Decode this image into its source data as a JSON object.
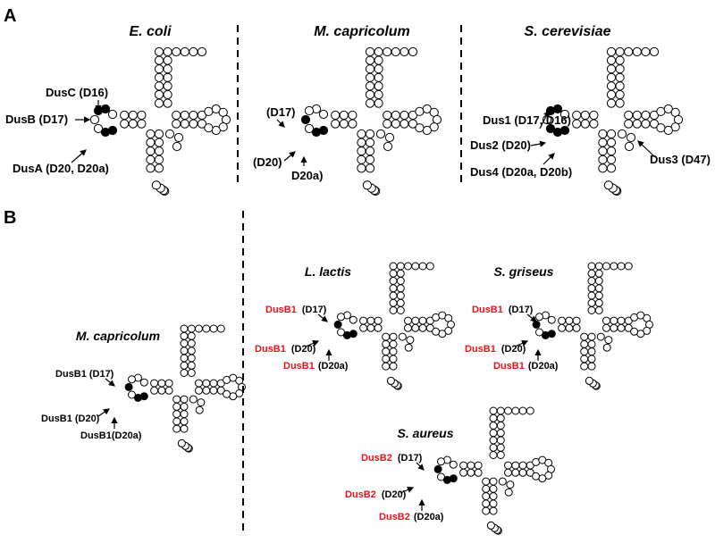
{
  "panels": {
    "A": {
      "letter": "A",
      "trnas": [
        {
          "species": "E. coli",
          "labels": {
            "c1": "DusC (D16)",
            "c2": "DusB (D17)",
            "c3": "DusA (D20, D20a)"
          }
        },
        {
          "species": "M. capricolum",
          "labels": {
            "c1": "(D17)",
            "c2": "(D20)",
            "c3": "D20a)"
          }
        },
        {
          "species": "S. cerevisiae",
          "labels": {
            "c1": "Dus1 (D17, D16)",
            "c2": "Dus2 (D20)",
            "c3": "Dus4 (D20a, D20b)",
            "c4": "Dus3 (D47)"
          }
        }
      ]
    },
    "B": {
      "letter": "B",
      "trnas": [
        {
          "species": "M. capricolum",
          "labels": {
            "e1": "DusB1",
            "s1": "(D17)",
            "e2": "DusB1",
            "s2": "(D20)",
            "e3": "DusB1",
            "s3": "(D20a)"
          }
        },
        {
          "species": "L. lactis",
          "labels": {
            "e1": "DusB1",
            "s1": "(D17)",
            "e2": "DusB1",
            "s2": "(D20)",
            "e3": "DusB1",
            "s3": "(D20a)"
          }
        },
        {
          "species": "S. griseus",
          "labels": {
            "e1": "DusB1",
            "s1": "(D17)",
            "e2": "DusB1",
            "s2": "(D20)",
            "e3": "DusB1",
            "s3": "(D20a)"
          }
        },
        {
          "species": "S. aureus",
          "labels": {
            "e1": "DusB2",
            "s1": "(D17)",
            "e2": "DusB2",
            "s2": "(D20)",
            "e3": "DusB2",
            "s3": "(D20a)"
          }
        }
      ]
    }
  },
  "colors": {
    "enzyme_highlight": "#e8141b",
    "modified_nucleotide": "#000000",
    "unmodified_nucleotide": "#ffffff"
  }
}
